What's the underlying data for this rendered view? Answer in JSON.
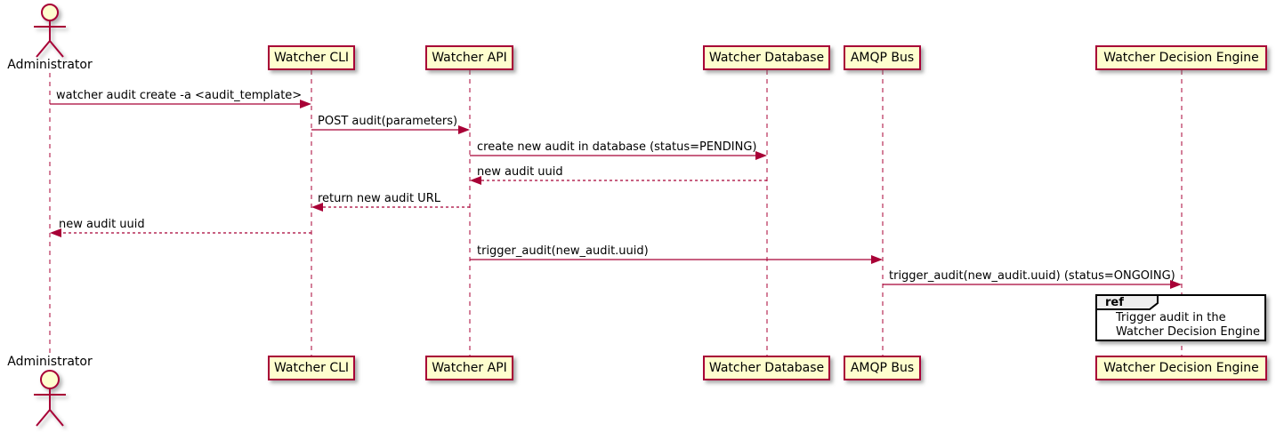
{
  "diagram": {
    "type": "plantuml-sequence",
    "actor": {
      "name": "Administrator"
    },
    "participants": [
      {
        "label": "Watcher CLI"
      },
      {
        "label": "Watcher API"
      },
      {
        "label": "Watcher Database"
      },
      {
        "label": "AMQP Bus"
      },
      {
        "label": "Watcher Decision Engine"
      }
    ],
    "messages": [
      {
        "from": "Administrator",
        "to": "Watcher CLI",
        "style": "solid",
        "label": "watcher audit create -a <audit_template>"
      },
      {
        "from": "Watcher CLI",
        "to": "Watcher API",
        "style": "solid",
        "label": "POST audit(parameters)"
      },
      {
        "from": "Watcher API",
        "to": "Watcher Database",
        "style": "solid",
        "label": "create new audit in database (status=PENDING)"
      },
      {
        "from": "Watcher Database",
        "to": "Watcher API",
        "style": "dashed",
        "label": "new audit uuid"
      },
      {
        "from": "Watcher API",
        "to": "Watcher CLI",
        "style": "dashed",
        "label": "return new audit URL"
      },
      {
        "from": "Watcher CLI",
        "to": "Administrator",
        "style": "dashed",
        "label": "new audit uuid"
      },
      {
        "from": "Watcher API",
        "to": "AMQP Bus",
        "style": "solid",
        "label": "trigger_audit(new_audit.uuid)"
      },
      {
        "from": "AMQP Bus",
        "to": "Watcher Decision Engine",
        "style": "solid",
        "label": "trigger_audit(new_audit.uuid) (status=ONGOING)"
      }
    ],
    "ref_fragment": {
      "keyword": "ref",
      "over": "Watcher Decision Engine",
      "lines": [
        "Trigger audit in the",
        "Watcher Decision Engine"
      ]
    },
    "colors": {
      "participant_fill": "#FEFECE",
      "participant_border": "#A80036",
      "line_color": "#A80036",
      "text_color": "#000000",
      "ref_border": "#000000",
      "ref_tab_fill": "#EEEEEE",
      "background": "#FFFFFF"
    }
  }
}
